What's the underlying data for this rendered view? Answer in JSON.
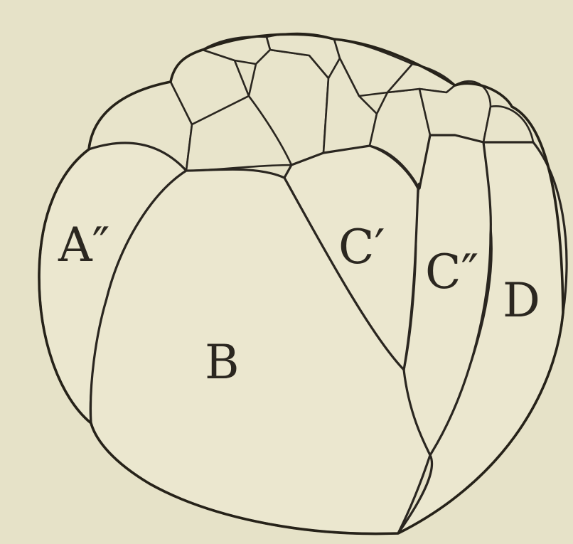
{
  "figure": {
    "background_color": "#e6e2c8",
    "line_color": "#2a2620",
    "cell_labels": {
      "a2": "A″",
      "b": "B",
      "c1": "C′",
      "c2": "C″",
      "d": "D"
    }
  }
}
